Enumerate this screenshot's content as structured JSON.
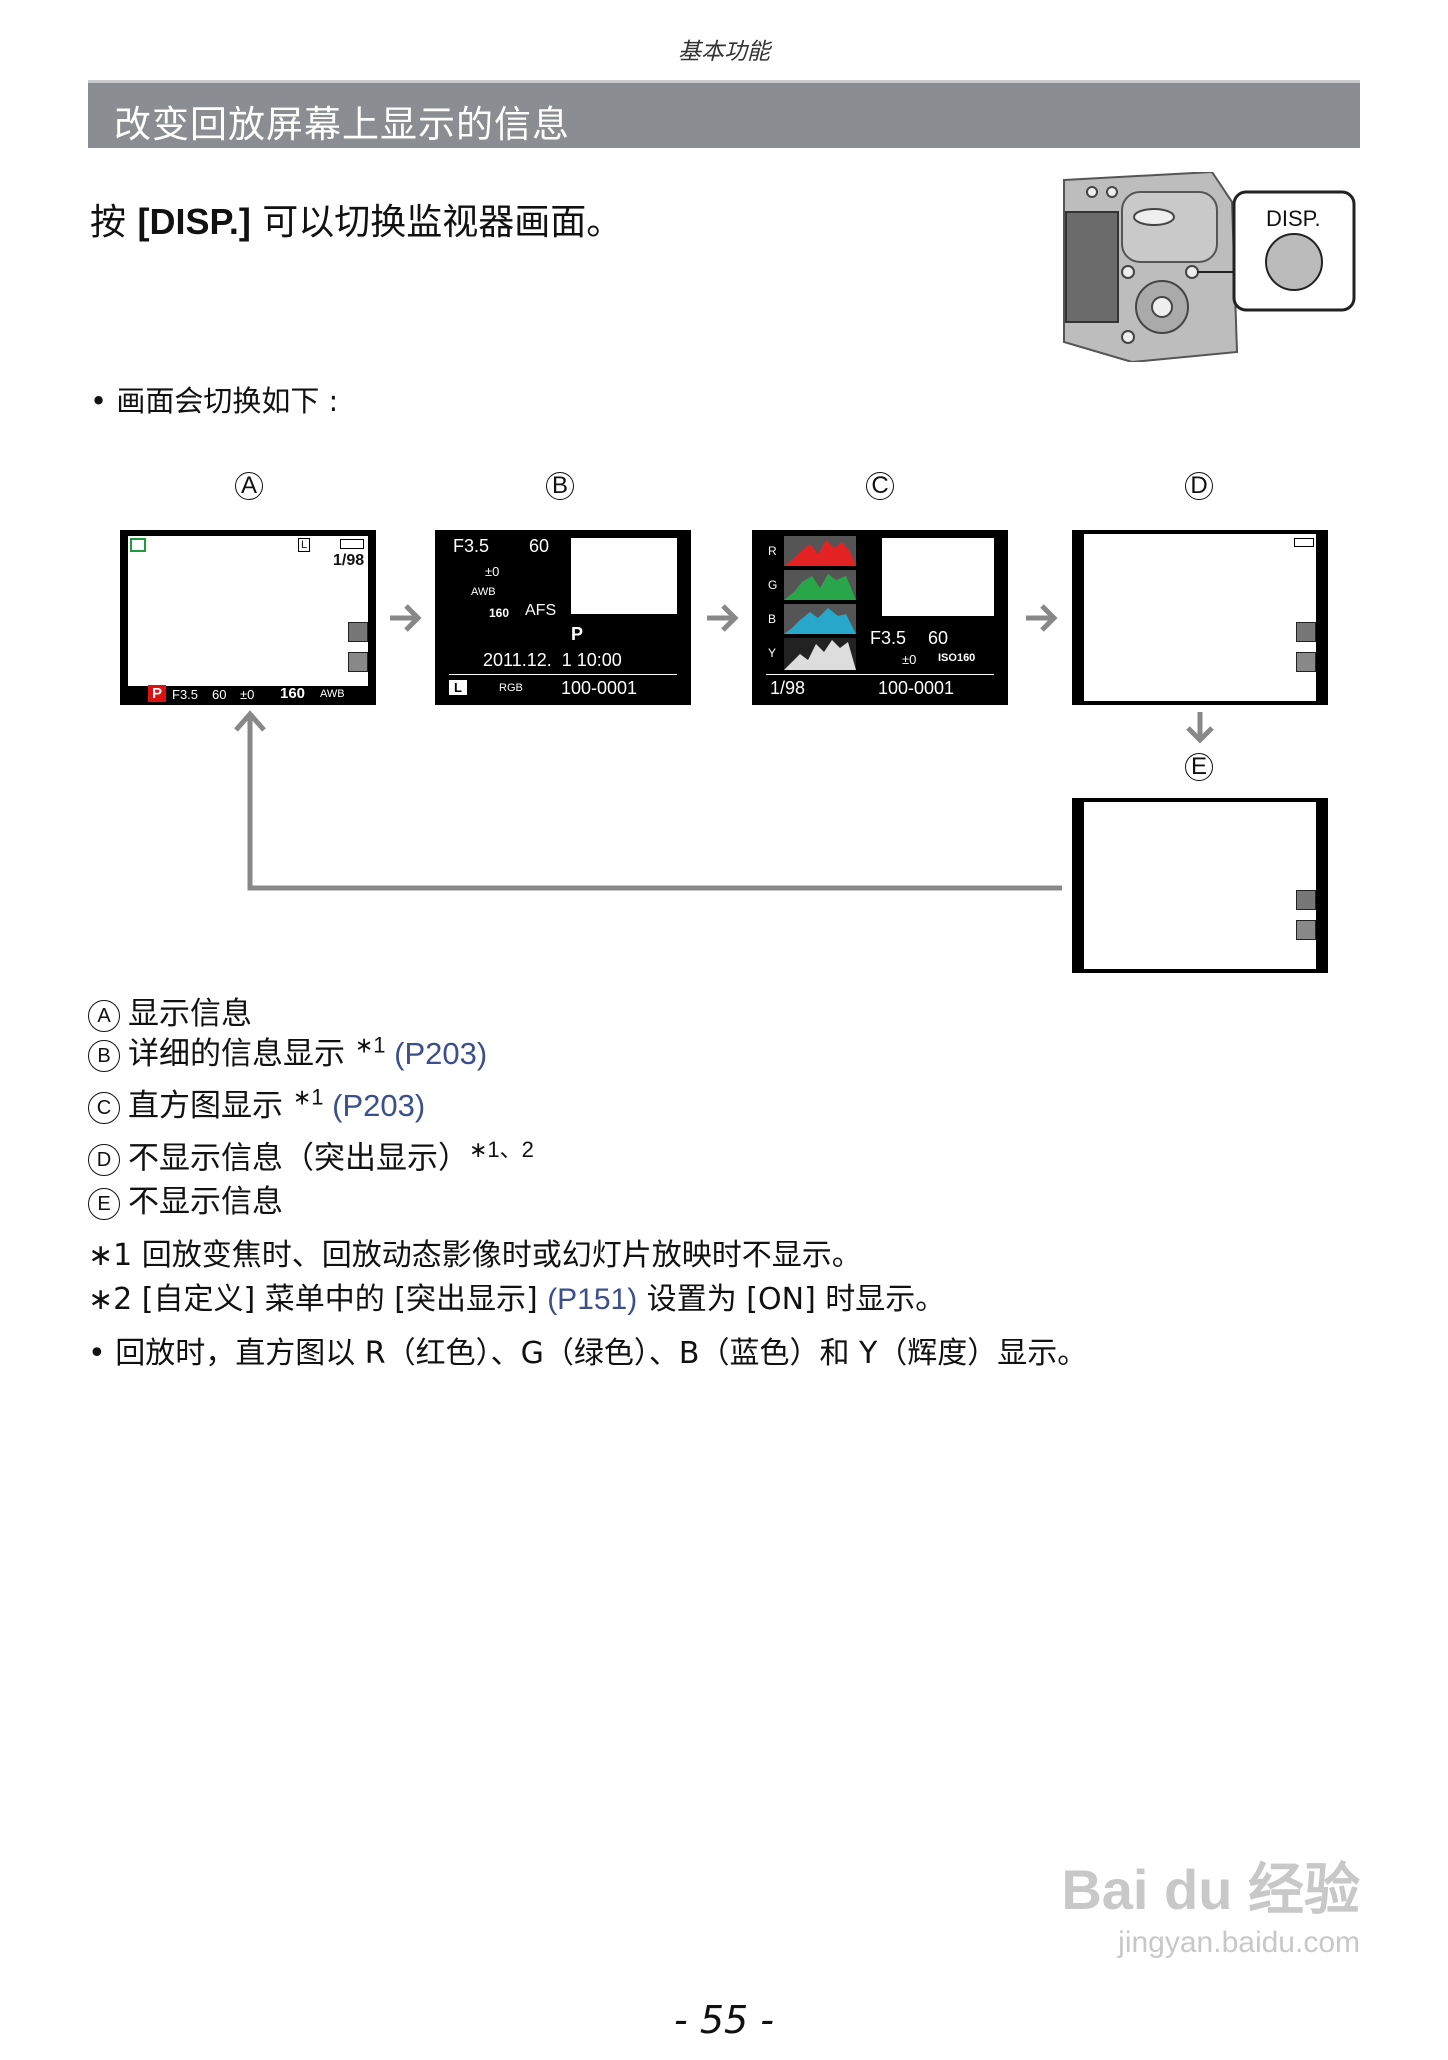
{
  "header": "基本功能",
  "title": "改变回放屏幕上显示的信息",
  "instruction": {
    "prefix": "按 ",
    "key": "[DISP.]",
    "suffix": " 可以切换监视器画面。"
  },
  "disp_label": "DISP.",
  "bullet": "• 画面会切换如下 :",
  "markers": {
    "a": "A",
    "b": "B",
    "c": "C",
    "d": "D",
    "e": "E"
  },
  "screen_a": {
    "counter": "1/98",
    "mode": "P",
    "aperture": "F3.5",
    "shutter": "60",
    "ev": "±0",
    "iso": "160",
    "wb": "AWB",
    "size": "L"
  },
  "screen_b": {
    "aperture": "F3.5",
    "shutter": "60",
    "ev": "±0",
    "wb": "AWB",
    "iso": "160",
    "focus": "AFS",
    "mode": "P",
    "datetime": "2011.12.  1 10:00",
    "size": "L",
    "color": "RGB",
    "file": "100-0001"
  },
  "screen_c": {
    "channels": [
      "R",
      "G",
      "B",
      "Y"
    ],
    "aperture": "F3.5",
    "shutter": "60",
    "ev": "±0",
    "iso": "ISO160",
    "counter": "1/98",
    "file": "100-0001"
  },
  "legend": [
    {
      "marker": "A",
      "text": "显示信息",
      "sup": "",
      "ref": ""
    },
    {
      "marker": "B",
      "text": "详细的信息显示 ",
      "sup": "∗1",
      "ref": " (P203)"
    },
    {
      "marker": "C",
      "text": "直方图显示 ",
      "sup": "∗1",
      "ref": " (P203)"
    },
    {
      "marker": "D",
      "text": "不显示信息（突出显示）",
      "sup": "∗1、2",
      "ref": ""
    },
    {
      "marker": "E",
      "text": "不显示信息",
      "sup": "",
      "ref": ""
    }
  ],
  "notes": {
    "n1": "∗1 回放变焦时、回放动态影像时或幻灯片放映时不显示。",
    "n2_a": "∗2 [自定义] 菜单中的 [突出显示] ",
    "n2_ref": "(P151)",
    "n2_b": " 设置为 [ON] 时显示。",
    "n3": "• 回放时，直方图以 R（红色）、G（绿色）、B（蓝色）和 Y（辉度）显示。"
  },
  "page_number": "- 55 -",
  "watermark": {
    "brand": "Bai du 经验",
    "url": "jingyan.baidu.com"
  }
}
